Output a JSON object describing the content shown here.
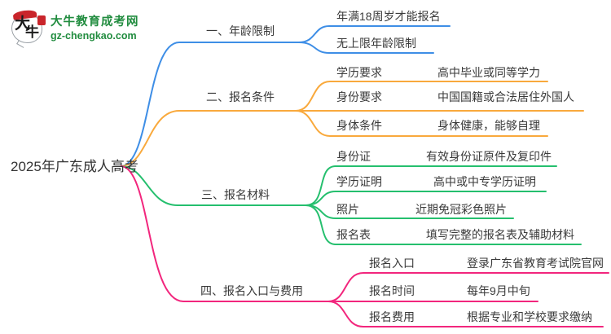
{
  "logo": {
    "title": "大牛教育成考网",
    "domain": "gz-chengkao.com",
    "bubble_char_1": "大",
    "bubble_char_2": "牛"
  },
  "root": {
    "label": "2025年广东成人高考"
  },
  "branches": [
    {
      "label": "一、年龄限制",
      "color": "#3e8ee6",
      "children": [
        {
          "label": "年满18周岁才能报名"
        },
        {
          "label": "无上限年龄限制"
        }
      ]
    },
    {
      "label": "二、报名条件",
      "color": "#f9a93c",
      "children": [
        {
          "key": "学历要求",
          "value": "高中毕业或同等学力"
        },
        {
          "key": "身份要求",
          "value": "中国国籍或合法居住外国人"
        },
        {
          "key": "身体条件",
          "value": "身体健康，能够自理"
        }
      ]
    },
    {
      "label": "三、报名材料",
      "color": "#25bf6e",
      "children": [
        {
          "key": "身份证",
          "value": "有效身份证原件及复印件"
        },
        {
          "key": "学历证明",
          "value": "高中或中专学历证明"
        },
        {
          "key": "照片",
          "value": "近期免冠彩色照片"
        },
        {
          "key": "报名表",
          "value": "填写完整的报名表及辅助材料"
        }
      ]
    },
    {
      "label": "四、报名入口与费用",
      "color": "#f2267d",
      "children": [
        {
          "key": "报名入口",
          "value": "登录广东省教育考试院官网"
        },
        {
          "key": "报名时间",
          "value": "每年9月中旬"
        },
        {
          "key": "报名费用",
          "value": "根据专业和学校要求缴纳"
        }
      ]
    }
  ],
  "colors": {
    "text": "#3a3a3a",
    "logo_green": "#218c3f",
    "logo_red": "#c9252b",
    "branch_blue": "#3e8ee6",
    "branch_orange": "#f9a93c",
    "branch_green": "#25bf6e",
    "branch_pink": "#f2267d"
  }
}
